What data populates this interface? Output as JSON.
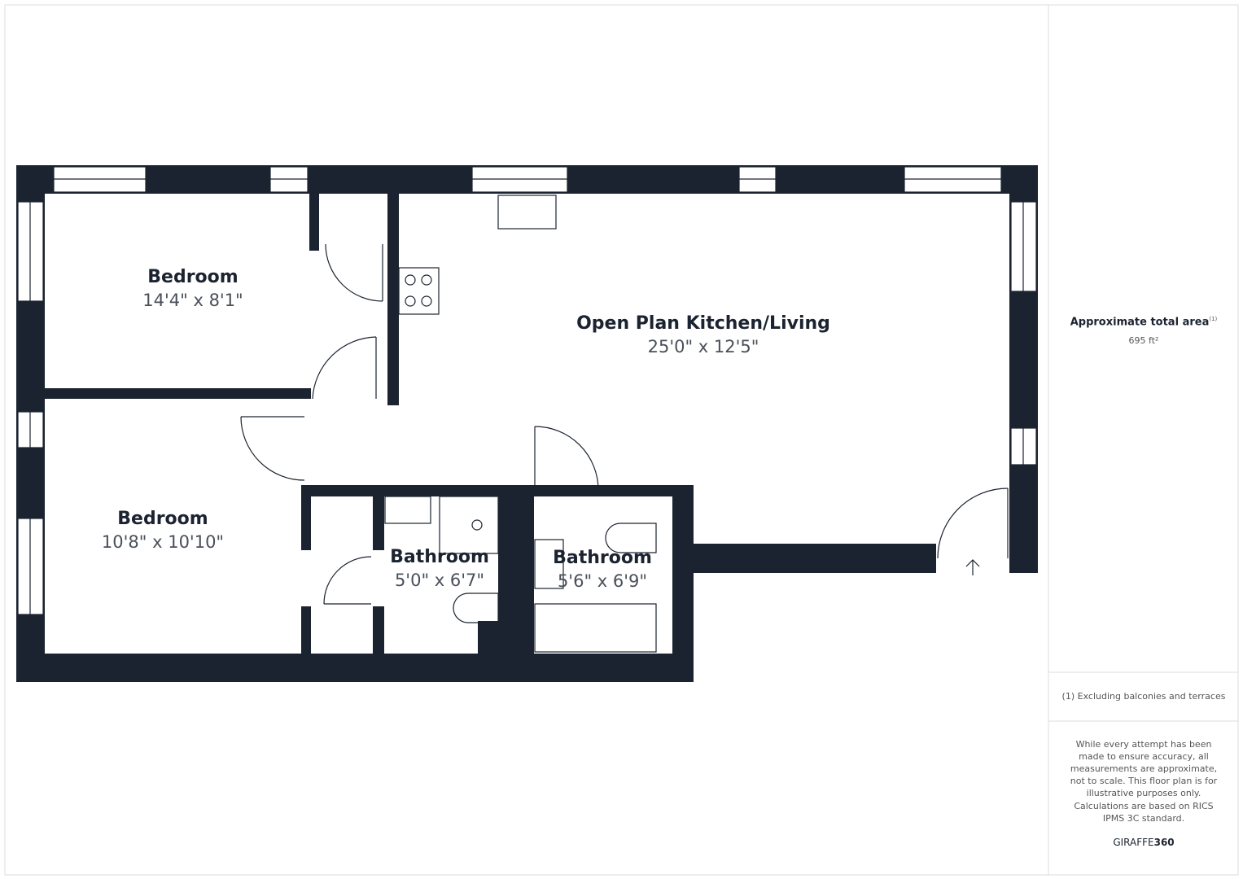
{
  "rooms": [
    {
      "name": "Bedroom",
      "size": "14'4\" x 8'1\""
    },
    {
      "name": "Bedroom",
      "size": "10'8\" x 10'10\""
    },
    {
      "name": "Open Plan Kitchen/Living",
      "size": "25'0\" x 12'5\""
    },
    {
      "name": "Bathroom",
      "size": "5'0\" x 6'7\""
    },
    {
      "name": "Bathroom",
      "size": "5'6\" x 6'9\""
    }
  ],
  "sidebar": {
    "area_label": "Approximate total area",
    "area_note_marker": "(1)",
    "area_value": "695 ft²",
    "footnote": "(1) Excluding balconies and terraces",
    "disclaimer": "While every attempt has been made to ensure accuracy, all measurements are approximate, not to scale. This floor plan is for illustrative purposes only.",
    "calculation": "Calculations are based on RICS IPMS 3C standard.",
    "brand_light": "GIRAFFE",
    "brand_bold": "360"
  },
  "colors": {
    "wall": "#1c2330",
    "text": "#1c2330"
  }
}
